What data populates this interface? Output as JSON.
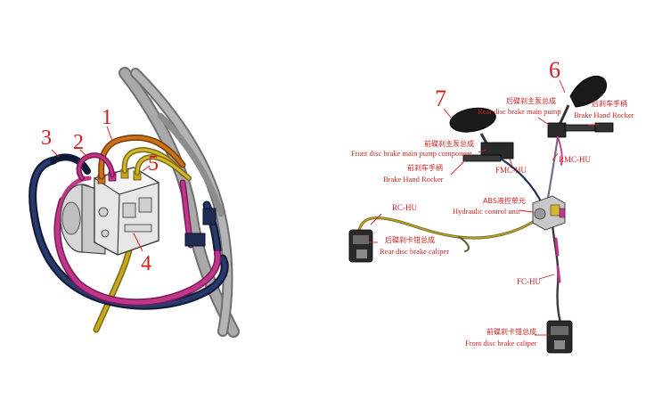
{
  "left_callouts": [
    "1",
    "2",
    "3",
    "4",
    "5"
  ],
  "right_callouts": [
    "6",
    "7"
  ],
  "labels": {
    "rear_pump_cn": "后碟刹主泵总成",
    "rear_pump_en": "Rear disc brake main pump",
    "rear_rocker_cn": "后刹车手柄",
    "rear_rocker_en": "Brake Hand Rocker",
    "front_pump_cn": "前碟刹主泵总成",
    "front_pump_en": "Front disc brake main pump component",
    "front_rocker_cn": "前刹车手柄",
    "front_rocker_en": "Brake Hand Rocker",
    "abs_cn": "ABS液控单元",
    "abs_en": "Hydraulic control unit",
    "rear_caliper_cn": "后碟刹卡钳总成",
    "rear_caliper_en": "Rear disc brake caliper",
    "front_caliper_cn": "前碟刹卡钳总成",
    "front_caliper_en": "Front disc brake caliper"
  },
  "hose_codes": {
    "rmc": "RMC-HU",
    "fmc": "FMC-HU",
    "rc": "RC-HU",
    "fc": "FC-HU"
  },
  "colors": {
    "callout_red": "#d61c1c",
    "hose_orange": "#c8701a",
    "hose_yellow": "#c8a81a",
    "hose_magenta": "#c0368a",
    "hose_navy": "#1f2d55",
    "frame_gray": "#8a8a8a"
  }
}
